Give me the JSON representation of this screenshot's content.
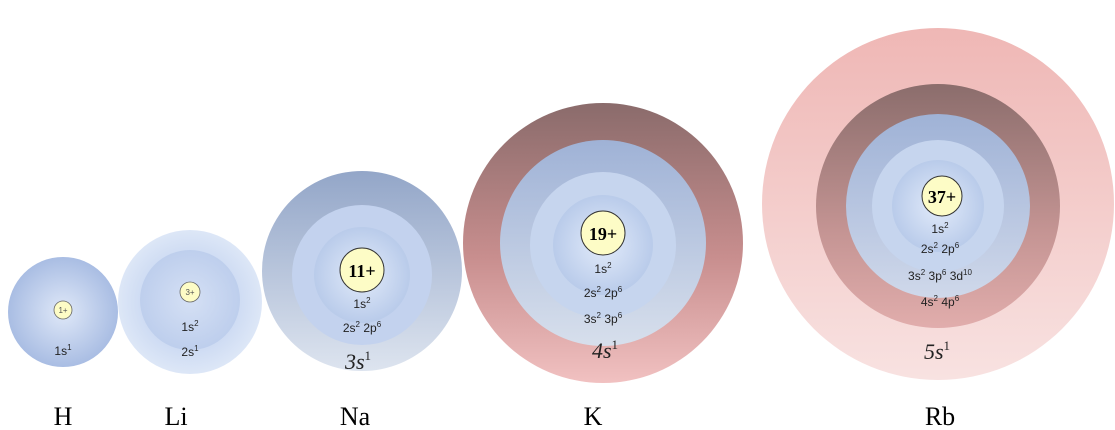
{
  "atoms": [
    {
      "symbol": "H",
      "nucleus": "1+",
      "shells": [
        [
          "1s",
          "1"
        ]
      ],
      "valence": {
        "base": "1s",
        "sup": "1",
        "italic": false
      }
    },
    {
      "symbol": "Li",
      "nucleus": "3+",
      "shells": [
        [
          "1s",
          "2"
        ]
      ],
      "valence": {
        "base": "2s",
        "sup": "1",
        "italic": false
      }
    },
    {
      "symbol": "Na",
      "nucleus": "11+",
      "shells": [
        [
          "1s",
          "2"
        ],
        [
          "2s",
          "2",
          "2p",
          "6"
        ]
      ],
      "valence": {
        "base": "3s",
        "sup": "1",
        "italic": true
      }
    },
    {
      "symbol": "K",
      "nucleus": "19+",
      "shells": [
        [
          "1s",
          "2"
        ],
        [
          "2s",
          "2",
          "2p",
          "6"
        ],
        [
          "3s",
          "2",
          "3p",
          "6"
        ]
      ],
      "valence": {
        "base": "4s",
        "sup": "1",
        "italic": true
      }
    },
    {
      "symbol": "Rb",
      "nucleus": "37+",
      "shells": [
        [
          "1s",
          "2"
        ],
        [
          "2s",
          "2",
          "2p",
          "6"
        ],
        [
          "3s",
          "2",
          "3p",
          "6",
          "3d",
          "10"
        ],
        [
          "4s",
          "2",
          "4p",
          "6"
        ]
      ],
      "valence": {
        "base": "5s",
        "sup": "1",
        "italic": true
      }
    }
  ],
  "colors": {
    "blue_light": "#dbe6f7",
    "blue_mid": "#b7c9ea",
    "blue_dark": "#9aaed4",
    "brown_dark": "#8c6a6a",
    "pink": "#e5a5a5",
    "pink_light": "#f6d6d6",
    "nucleus_fill": "#fdfcc6"
  }
}
